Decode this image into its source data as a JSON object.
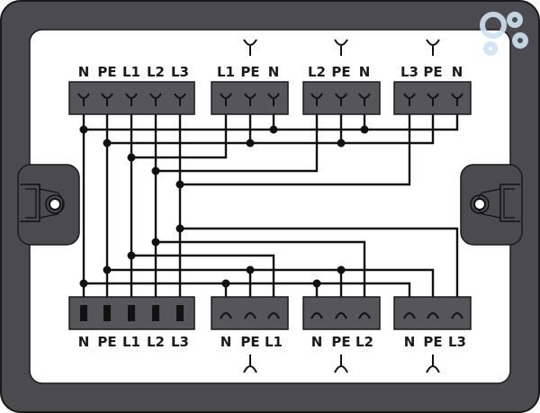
{
  "title": "Distribution box wiring diagram",
  "colors": {
    "frame": "#4a4a4f",
    "connector": "#55555a",
    "wire": "#111111",
    "watermark": "#cfe3f3"
  },
  "input_connector": {
    "labels": [
      "N",
      "PE",
      "L1",
      "L2",
      "L3"
    ],
    "type": "plug"
  },
  "output_connector": {
    "labels": [
      "N",
      "PE",
      "L1",
      "L2",
      "L3"
    ],
    "type": "socket"
  },
  "top_connectors": [
    {
      "labels": [
        "L1",
        "PE",
        "N"
      ]
    },
    {
      "labels": [
        "L2",
        "PE",
        "N"
      ]
    },
    {
      "labels": [
        "L3",
        "PE",
        "N"
      ]
    }
  ],
  "bottom_connectors": [
    {
      "labels": [
        "N",
        "PE",
        "L1"
      ]
    },
    {
      "labels": [
        "N",
        "PE",
        "L2"
      ]
    },
    {
      "labels": [
        "N",
        "PE",
        "L3"
      ]
    }
  ]
}
